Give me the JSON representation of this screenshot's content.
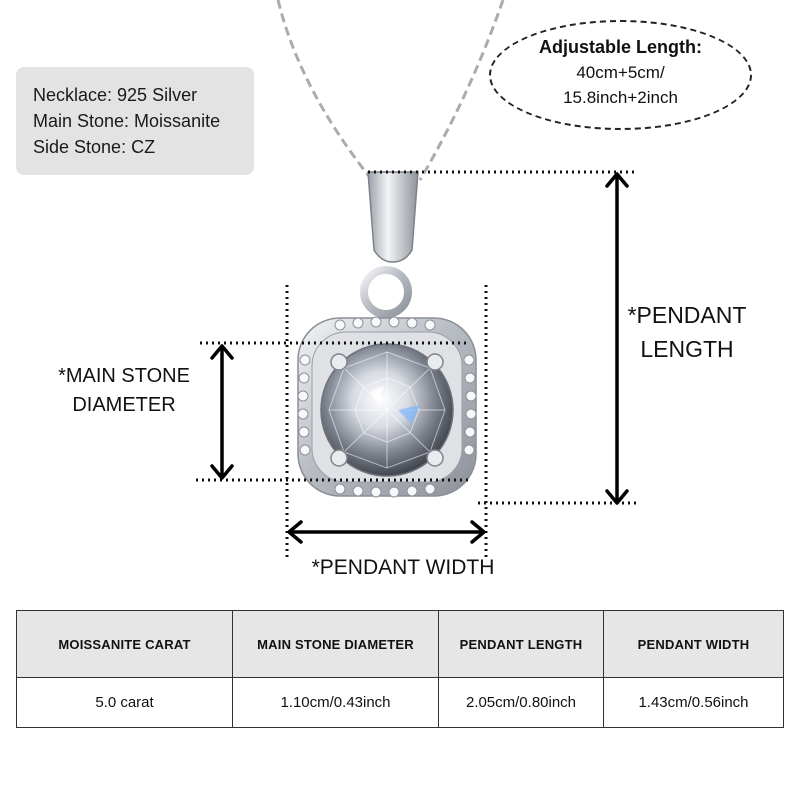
{
  "specs": {
    "necklace": "Necklace: 925 Silver",
    "main_stone": "Main Stone: Moissanite",
    "side_stone": "Side Stone: CZ"
  },
  "length_callout": {
    "title": "Adjustable Length:",
    "line1": "40cm+5cm/",
    "line2": "15.8inch+2inch"
  },
  "dimensions": {
    "main_stone_line1": "*MAIN STONE",
    "main_stone_line2": "DIAMETER",
    "pendant_length_line1": "*PENDANT",
    "pendant_length_line2": "LENGTH",
    "pendant_width": "*PENDANT WIDTH"
  },
  "table": {
    "headers": [
      "MOISSANITE CARAT",
      "MAIN STONE DIAMETER",
      "PENDANT LENGTH",
      "PENDANT WIDTH"
    ],
    "row": [
      "5.0 carat",
      "1.10cm/0.43inch",
      "2.05cm/0.80inch",
      "1.43cm/0.56inch"
    ]
  },
  "colors": {
    "silver": "#c9ccd2",
    "label_box": "#e3e3e3",
    "table_header": "#e6e6e6"
  }
}
